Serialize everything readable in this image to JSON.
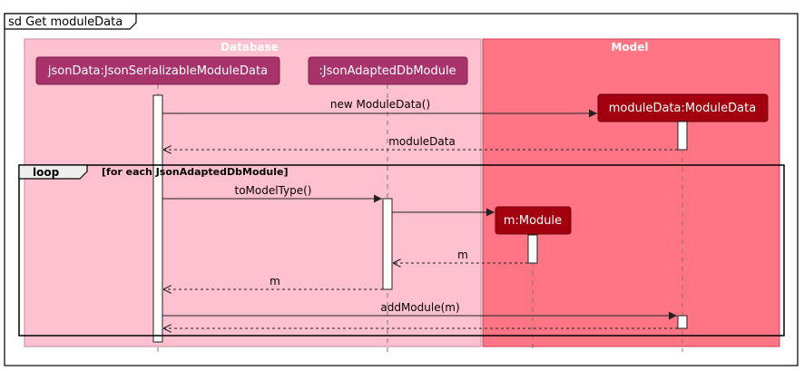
{
  "diagram": {
    "frame_title": "sd Get moduleData",
    "boxes": {
      "database": "Database",
      "model": "Model"
    },
    "participants": {
      "json_data": "jsonData:JsonSerializableModuleData",
      "adapted": ":JsonAdaptedDbModule",
      "module_data": "moduleData:ModuleData",
      "module": "m:Module"
    },
    "loop": {
      "keyword": "loop",
      "guard": "[for each JsonAdaptedDbModule]"
    },
    "messages": {
      "new_module_data": "new ModuleData()",
      "return_module_data": "moduleData",
      "to_model_type": "toModelType()",
      "return_m_inner": "m",
      "return_m_outer": "m",
      "add_module": "addModule(m)"
    },
    "colors": {
      "database_box": "#FFC0D0",
      "model_box": "#FF7585",
      "participant_db": "#A8336A",
      "participant_model": "#A3000F"
    }
  }
}
